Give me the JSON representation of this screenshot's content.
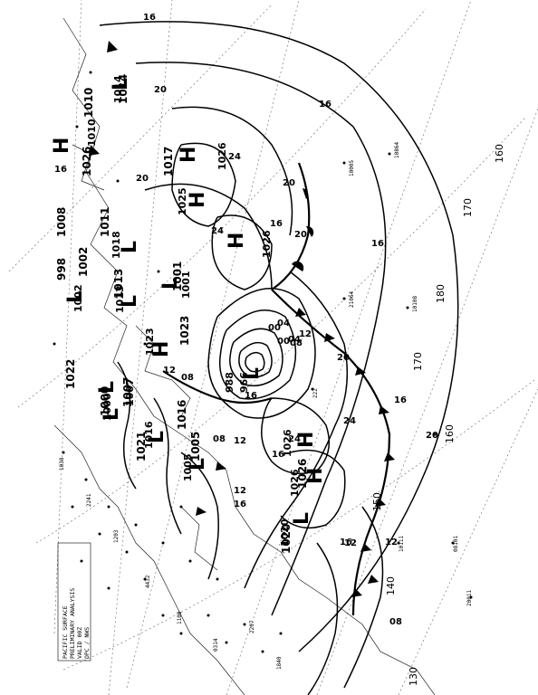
{
  "map": {
    "pressure_labels": [
      "16",
      "16",
      "16",
      "16",
      "16",
      "16",
      "16",
      "16",
      "16",
      "16",
      "20",
      "20",
      "20",
      "20",
      "20",
      "20",
      "24",
      "24",
      "24",
      "24",
      "12",
      "12",
      "12",
      "12",
      "12",
      "12",
      "08",
      "08",
      "08",
      "08",
      "04",
      "04",
      "00",
      "00"
    ],
    "centers": [
      {
        "type": "H",
        "value": "1026"
      },
      {
        "type": "H",
        "value": "1025"
      },
      {
        "type": "H",
        "value": "1026"
      },
      {
        "type": "H",
        "value": "1026"
      },
      {
        "type": "H",
        "value": "1026"
      },
      {
        "type": "L",
        "value": "988"
      },
      {
        "type": "L",
        "value": "966"
      },
      {
        "type": "L",
        "value": "1001"
      },
      {
        "type": "L",
        "value": "1002"
      },
      {
        "type": "L",
        "value": "1000"
      },
      {
        "type": "L",
        "value": "1013"
      },
      {
        "type": "L",
        "value": "1014"
      },
      {
        "type": "L",
        "value": "1018"
      },
      {
        "type": "L",
        "value": "1016"
      },
      {
        "type": "L",
        "value": "1020"
      },
      {
        "type": "H",
        "value": "1023"
      },
      {
        "type": "H",
        "value": "1010"
      },
      {
        "type": "L",
        "value": "1007"
      },
      {
        "type": "L",
        "value": "1005"
      }
    ],
    "side_values": [
      "1014",
      "1017",
      "1026",
      "1008",
      "1011",
      "1013",
      "998",
      "1002",
      "1001",
      "1023",
      "1000",
      "1007",
      "1016",
      "1005",
      "1020",
      "1026",
      "1010",
      "1021",
      "1022"
    ],
    "longitudes": [
      "180",
      "170",
      "160",
      "150",
      "140",
      "130",
      "160",
      "170"
    ],
    "legend_lines": [
      "PACIFIC SURFACE",
      "PRELIMINARY ANALYSIS",
      "VALID 00Z",
      "OPC / NWS"
    ]
  }
}
